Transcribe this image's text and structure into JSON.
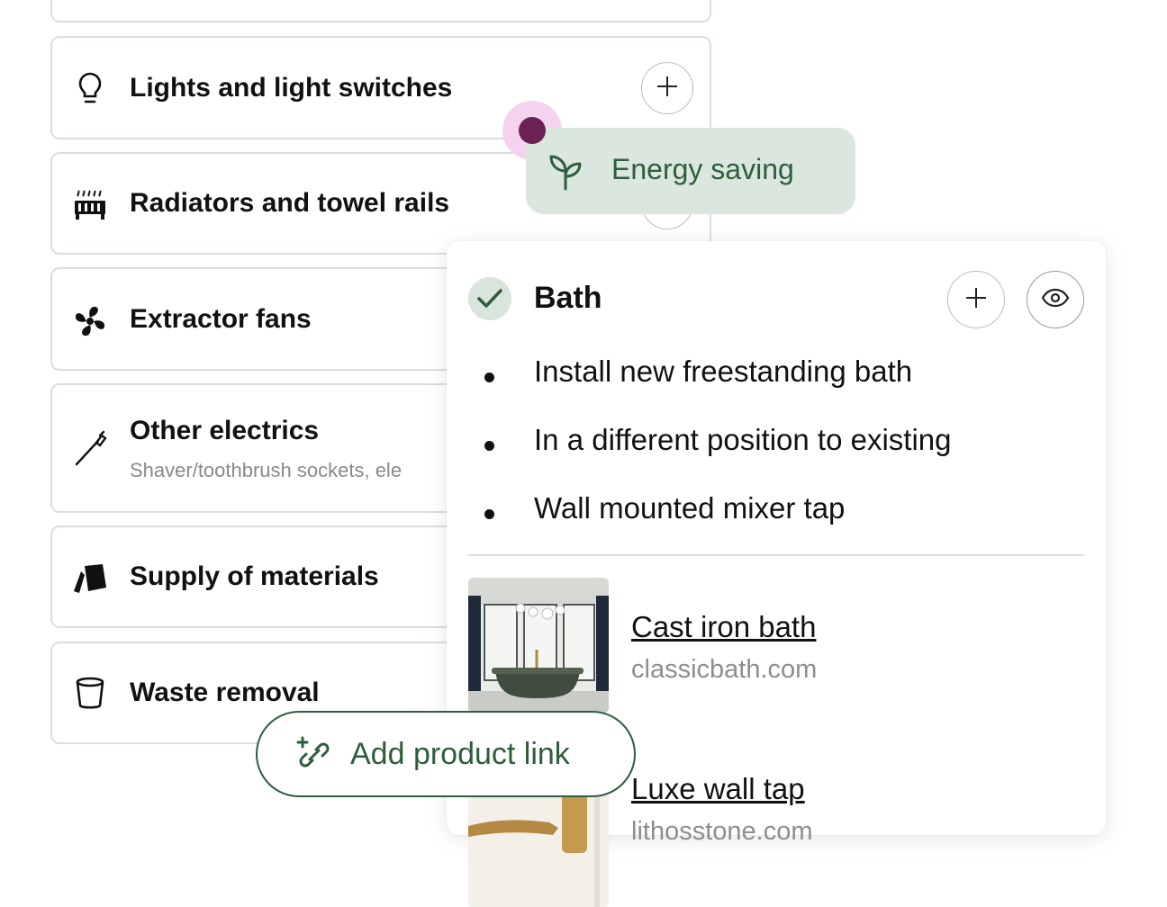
{
  "categories": [
    {
      "label": "Lights and light switches",
      "icon": "lightbulb-icon"
    },
    {
      "label": "Radiators and towel rails",
      "icon": "radiator-icon"
    },
    {
      "label": "Extractor fans",
      "icon": "fan-icon"
    },
    {
      "label": "Other electrics",
      "sublabel": "Shaver/toothbrush sockets, ele",
      "icon": "toothbrush-icon"
    },
    {
      "label": "Supply of materials",
      "icon": "tiles-icon"
    },
    {
      "label": "Waste removal",
      "icon": "bin-icon"
    }
  ],
  "tooltip": {
    "label": "Energy saving",
    "icon": "sprout-icon",
    "color": "#2e5e3c",
    "background": "#dbe6de"
  },
  "hotspot": {
    "color": "#6a2255",
    "halo": "#f5d3ee"
  },
  "detail": {
    "title": "Bath",
    "bullets": [
      "Install new freestanding bath",
      "In a different position to existing",
      "Wall mounted mixer tap"
    ],
    "products": [
      {
        "name": "Cast iron bath",
        "site": "classicbath.com"
      },
      {
        "name": "Luxe wall tap",
        "site": "lithosstone.com"
      }
    ]
  },
  "add_link": {
    "label": "Add product link",
    "icon": "add-link-icon"
  },
  "colors": {
    "brand_green": "#2e5e3c",
    "border": "#d6e0dc"
  }
}
